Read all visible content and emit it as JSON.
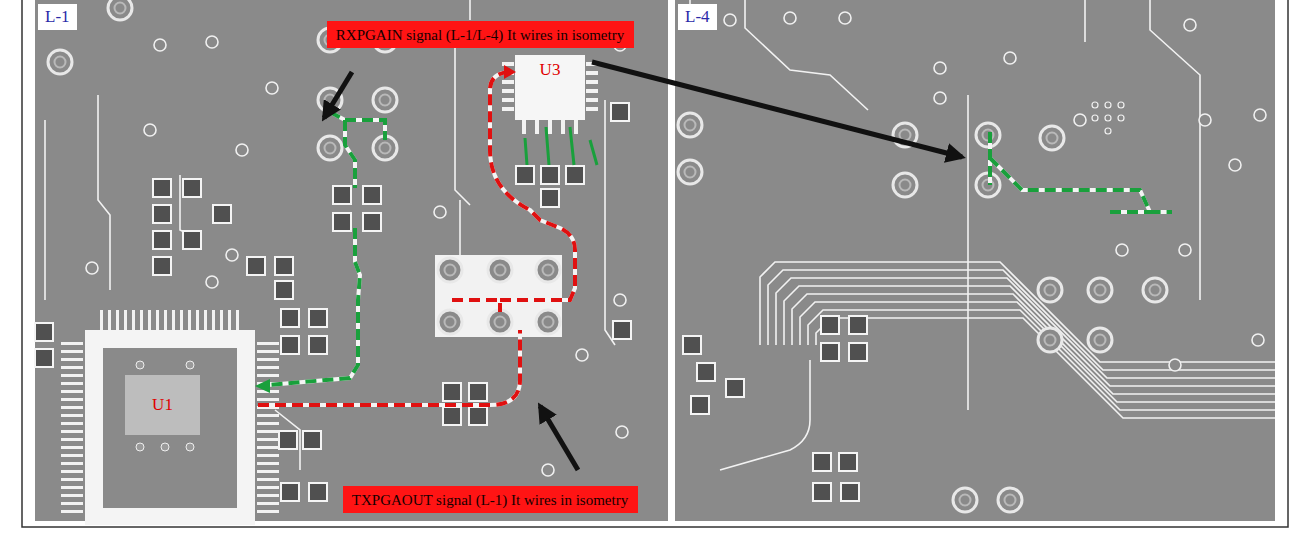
{
  "diagram": {
    "nodes": [
      {
        "text": [
          "L-1"
        ]
      },
      {
        "text": [
          "RXPGAIN signal (L-1/L-4) It wires in isometry"
        ],
        "in": 0
      },
      {
        "text": [
          "U3"
        ],
        "in": 0
      },
      {
        "text": [
          "U1"
        ],
        "in": 0
      },
      {
        "text": [
          "TXPGAOUT signal (L-1) It wires in isometry"
        ],
        "in": 0
      },
      {
        "text": [
          "L-4"
        ]
      }
    ]
  }
}
